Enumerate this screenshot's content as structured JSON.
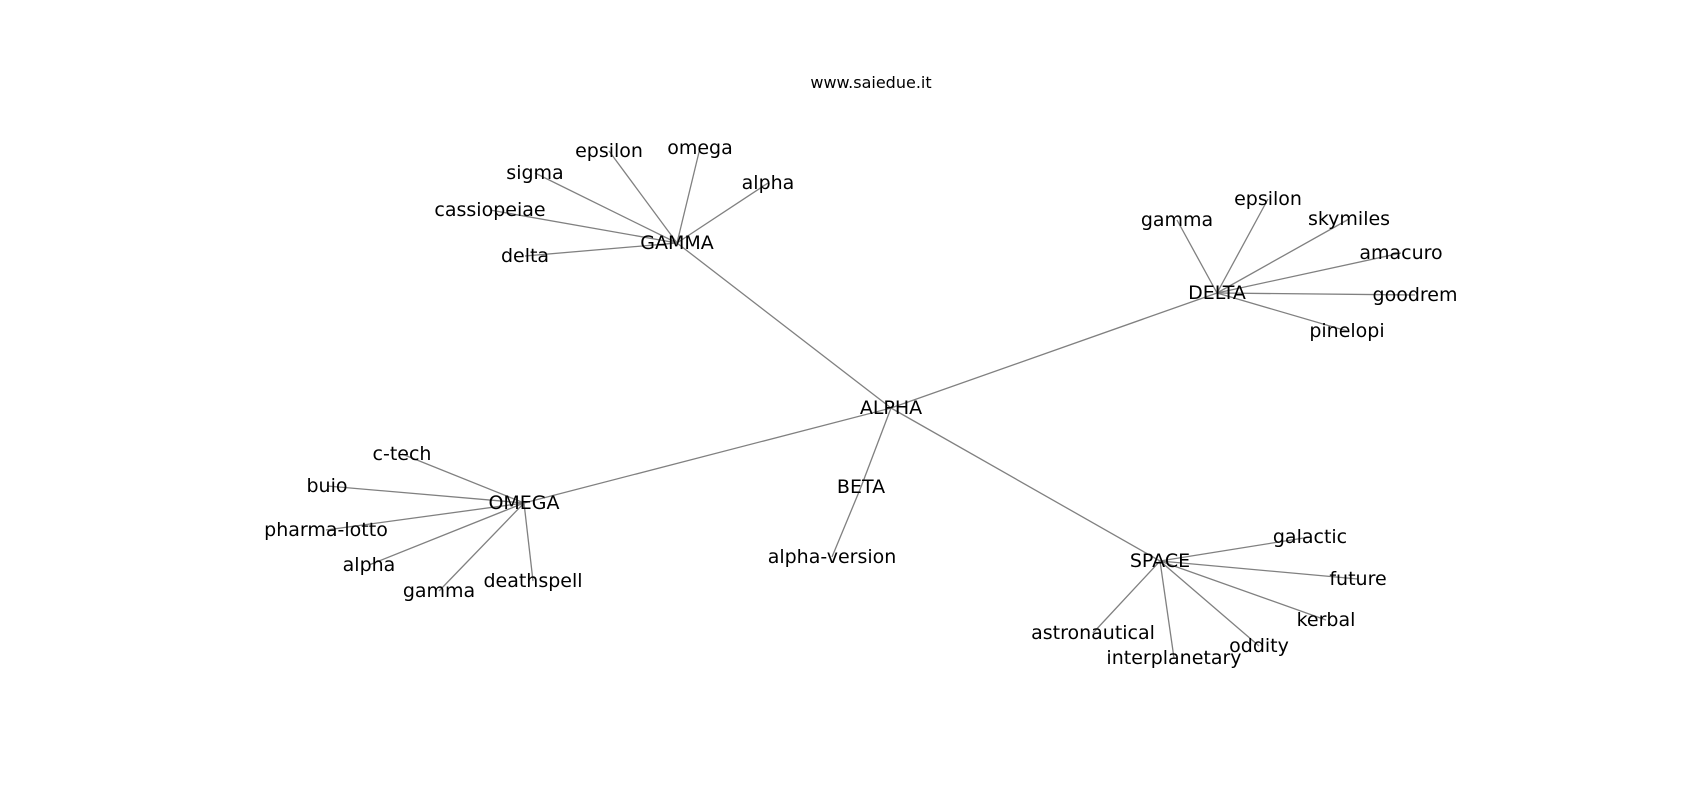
{
  "header": {
    "watermark": "www.saiedue.it"
  },
  "graph": {
    "root": "ALPHA",
    "hubs": [
      {
        "label": "GAMMA",
        "children": [
          "sigma",
          "epsilon",
          "omega",
          "alpha",
          "cassiopeiae",
          "delta"
        ]
      },
      {
        "label": "DELTA",
        "children": [
          "gamma",
          "epsilon",
          "skymiles",
          "amacuro",
          "goodrem",
          "pinelopi"
        ]
      },
      {
        "label": "OMEGA",
        "children": [
          "c-tech",
          "buio",
          "pharma-lotto",
          "alpha",
          "gamma",
          "deathspell"
        ]
      },
      {
        "label": "BETA",
        "children": [
          "alpha-version"
        ]
      },
      {
        "label": "SPACE",
        "children": [
          "galactic",
          "future",
          "kerbal",
          "oddity",
          "interplanetary",
          "astronautical"
        ]
      }
    ]
  },
  "colors": {
    "edge": "#808080",
    "text": "#000000",
    "background": "#ffffff"
  }
}
